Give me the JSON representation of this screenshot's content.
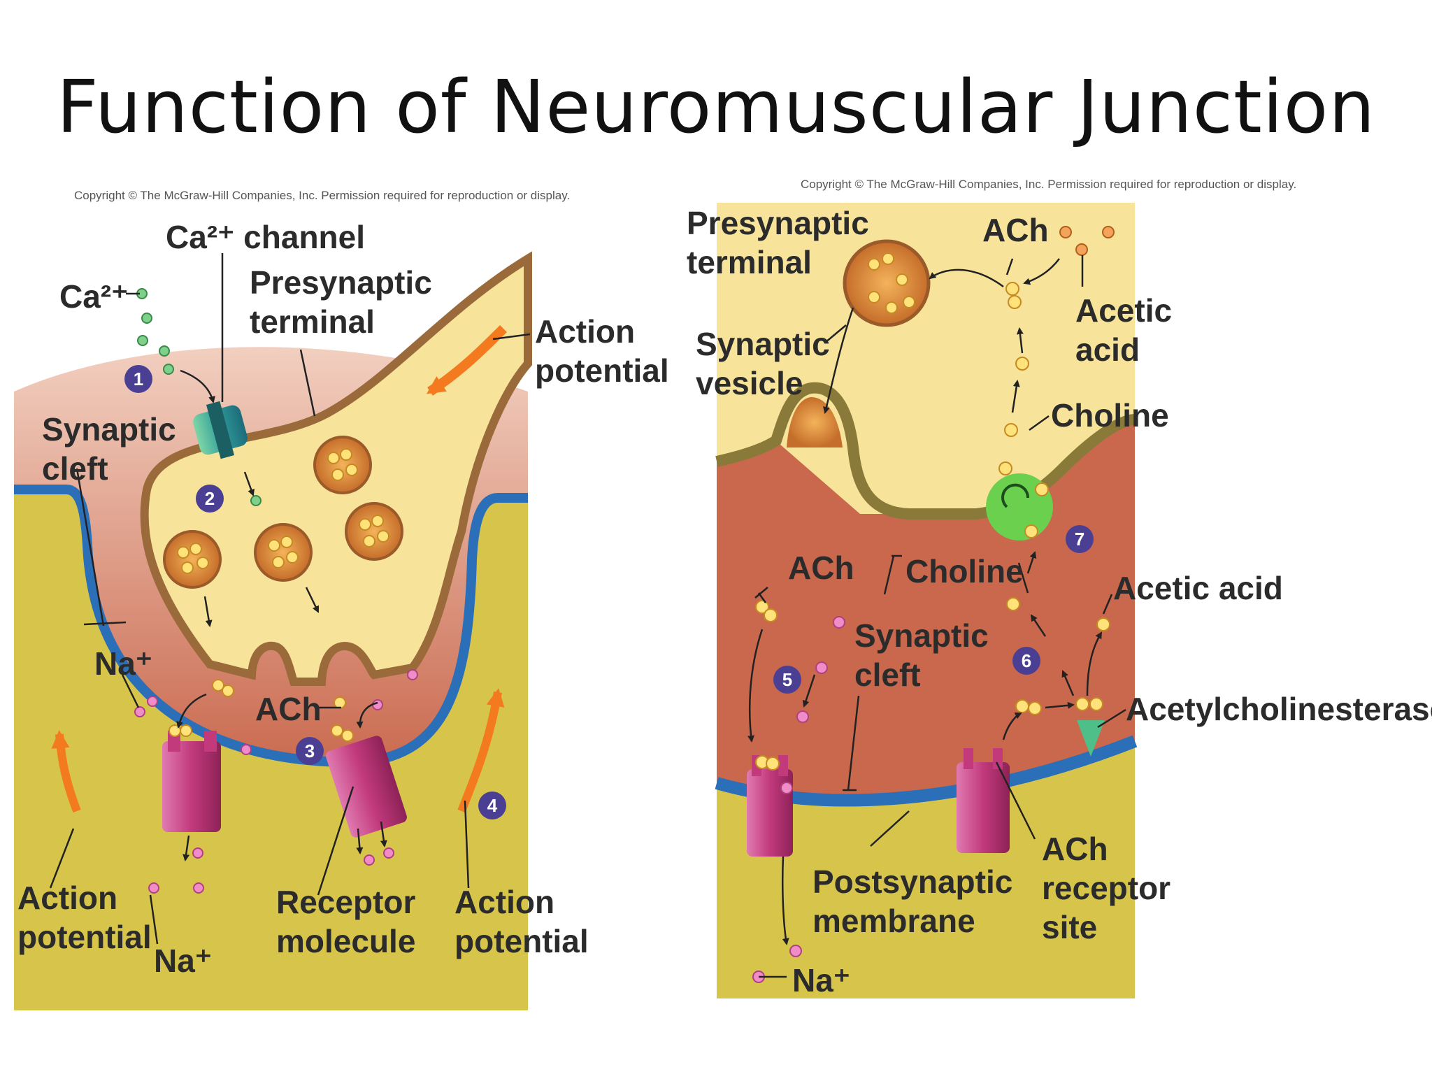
{
  "title": "Function of Neuromuscular Junction",
  "copyright": "Copyright © The McGraw-Hill Companies, Inc. Permission required for reproduction or display.",
  "colors": {
    "membrane": "#2b6fb8",
    "muscle": "#d7c54b",
    "cleft": "#c9684d",
    "terminal": "#f7e39a",
    "receptor": "#c23a7c",
    "enzyme": "#4fbf8a",
    "arrow": "#f47a1f",
    "step_marker": "#4b3f94"
  },
  "left_panel": {
    "labels": {
      "ca_channel": "Ca²⁺ channel",
      "ca_ion": "Ca²⁺",
      "presynaptic_1": "Presynaptic",
      "presynaptic_2": "terminal",
      "action_potential_1": "Action",
      "action_potential_2": "potential",
      "synaptic_1": "Synaptic",
      "synaptic_2": "cleft",
      "na": "Na⁺",
      "ach": "ACh",
      "receptor_1": "Receptor",
      "receptor_2": "molecule",
      "action_left_1": "Action",
      "action_left_2": "potential",
      "action_right_1": "Action",
      "action_right_2": "potential",
      "na_bottom": "Na⁺"
    },
    "steps": [
      "1",
      "2",
      "3",
      "4"
    ]
  },
  "right_panel": {
    "labels": {
      "presynaptic_1": "Presynaptic",
      "presynaptic_2": "terminal",
      "ach_top": "ACh",
      "acetic_1": "Acetic",
      "acetic_2": "acid",
      "synaptic_vesicle_1": "Synaptic",
      "synaptic_vesicle_2": "vesicle",
      "choline_top": "Choline",
      "ach_mid": "ACh",
      "choline_mid": "Choline",
      "acetic_mid": "Acetic acid",
      "synaptic_1": "Synaptic",
      "synaptic_2": "cleft",
      "acetylcholinesterase": "Acetylcholinesterase",
      "postsynaptic_1": "Postsynaptic",
      "postsynaptic_2": "membrane",
      "ach_receptor_1": "ACh",
      "ach_receptor_2": "receptor",
      "ach_receptor_3": "site",
      "na_bottom": "Na⁺"
    },
    "steps": [
      "5",
      "6",
      "7"
    ]
  }
}
